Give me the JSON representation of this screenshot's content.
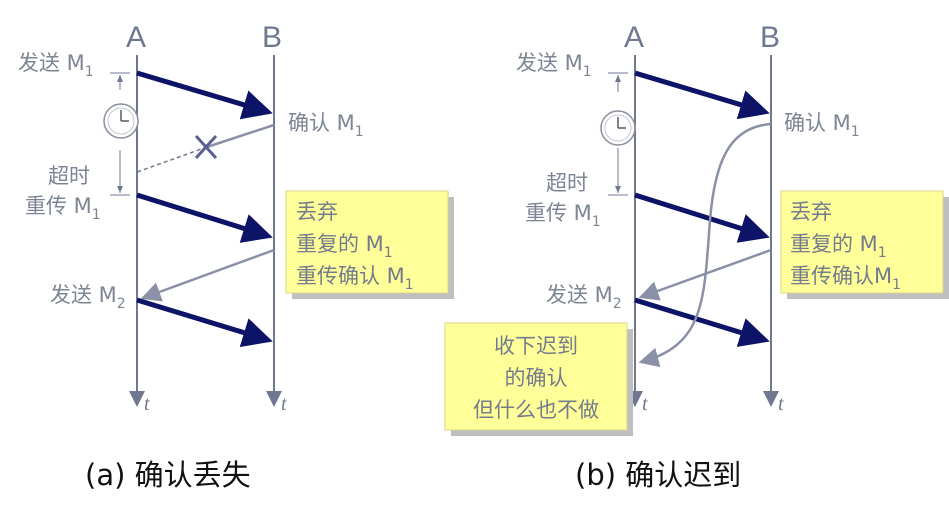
{
  "panel_a": {
    "host_a": "A",
    "host_b": "B",
    "send_m1": "发送 M",
    "send_m1_sub": "1",
    "ack_m1": "确认 M",
    "ack_m1_sub": "1",
    "timeout_line1": "超时",
    "timeout_line2": "重传 M",
    "timeout_sub": "1",
    "send_m2": "发送 M",
    "send_m2_sub": "2",
    "note_line1": "丢弃",
    "note_line2": "重复的 M",
    "note_line2_sub": "1",
    "note_line3": "重传确认 M",
    "note_line3_sub": "1",
    "time_a": "t",
    "time_b": "t",
    "caption": "(a) 确认丢失"
  },
  "panel_b": {
    "host_a": "A",
    "host_b": "B",
    "send_m1": "发送 M",
    "send_m1_sub": "1",
    "ack_m1": "确认 M",
    "ack_m1_sub": "1",
    "timeout_line1": "超时",
    "timeout_line2": "重传 M",
    "timeout_sub": "1",
    "send_m2": "发送 M",
    "send_m2_sub": "2",
    "note_line1": "丢弃",
    "note_line2": "重复的 M",
    "note_line2_sub": "1",
    "note_line3": "重传确认M",
    "note_line3_sub": "1",
    "late_line1": "收下迟到",
    "late_line2": "的确认",
    "late_line3": "但什么也不做",
    "time_a": "t",
    "time_b": "t",
    "caption": "(b) 确认迟到"
  },
  "colors": {
    "data_arrow": "#0d1366",
    "ack_arrow": "#8a90a6",
    "timeline": "#6f7890",
    "note_fill": "#ffff99",
    "lost_mark": "#5c5f8f"
  },
  "icons": [
    "clock-icon",
    "lost-x-icon"
  ]
}
